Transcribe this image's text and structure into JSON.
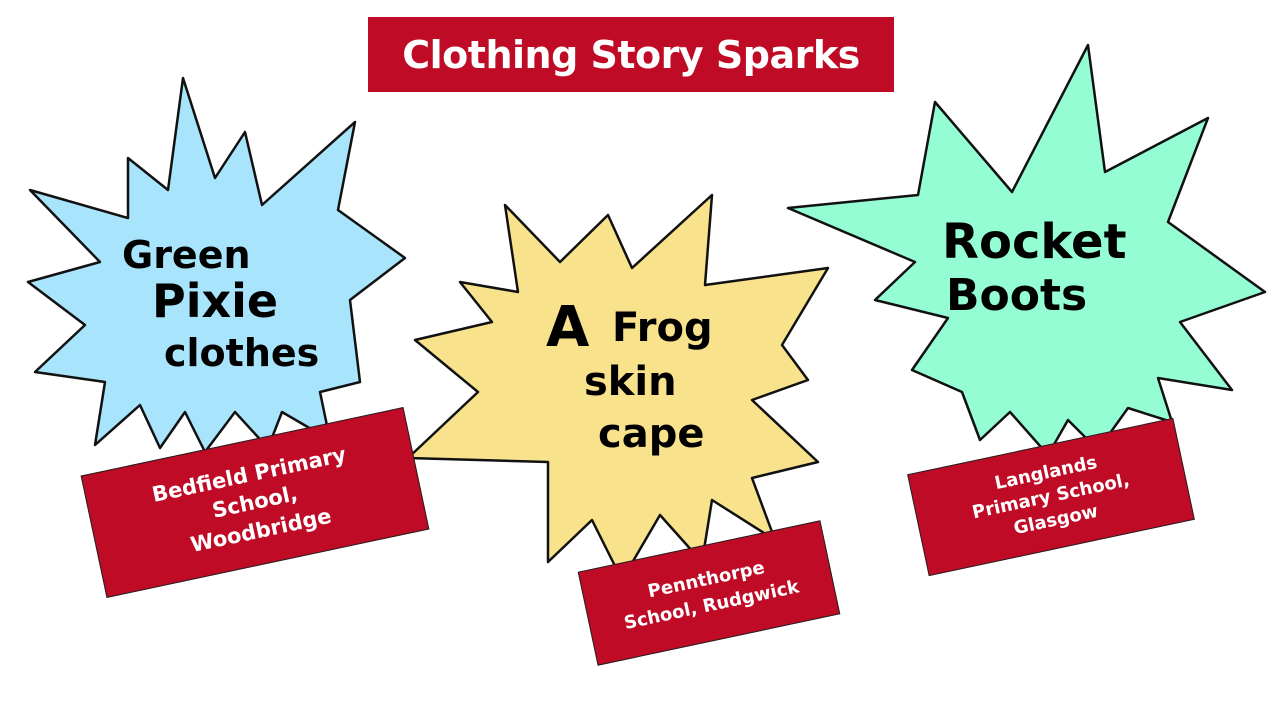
{
  "title": "Clothing Story Sparks",
  "colors": {
    "accent_red": "#bf0b26",
    "burst_blue": "#a8e4fb",
    "burst_yellow": "#f8e28c",
    "burst_green": "#95fdd4"
  },
  "sparks": [
    {
      "lines": [
        "Green",
        "Pixie",
        "clothes"
      ],
      "school_lines": [
        "Bedfield Primary",
        "School,",
        "Woodbridge"
      ]
    },
    {
      "lines": [
        "A",
        "Frog",
        "skin",
        "cape"
      ],
      "school_lines": [
        "Pennthorpe",
        "School, Rudgwick"
      ]
    },
    {
      "lines": [
        "Rocket",
        "Boots"
      ],
      "school_lines": [
        "Langlands",
        "Primary School,",
        "Glasgow"
      ]
    }
  ]
}
